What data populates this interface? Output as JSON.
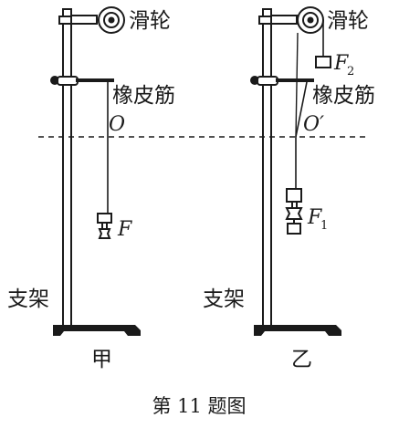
{
  "left_panel": {
    "pulley_label": "滑轮",
    "rubber_band_label": "橡皮筋",
    "point_label": "O",
    "force_label": "F",
    "stand_label": "支架",
    "panel_label": "甲"
  },
  "right_panel": {
    "pulley_label": "滑轮",
    "rubber_band_label": "橡皮筋",
    "point_label": "O′",
    "force2_label": "F",
    "force2_sub": "2",
    "force1_label": "F",
    "force1_sub": "1",
    "stand_label": "支架",
    "panel_label": "乙"
  },
  "caption": "第 11 题图"
}
